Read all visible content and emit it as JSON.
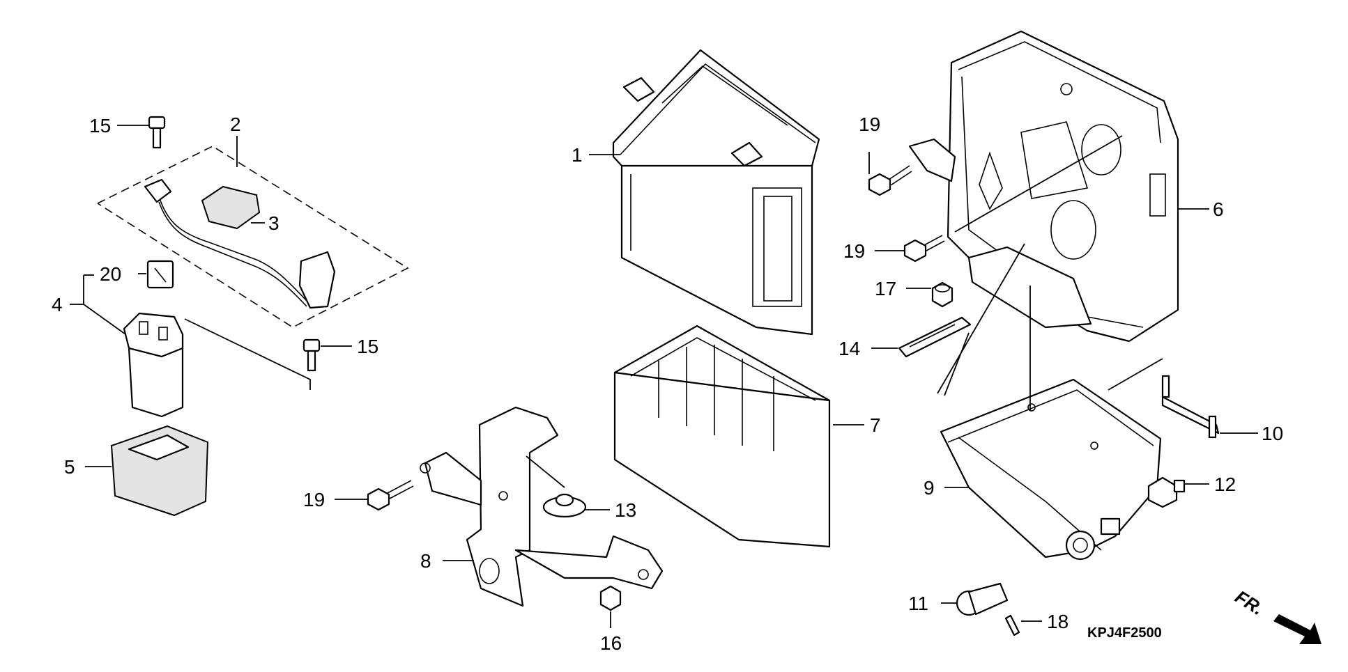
{
  "diagram_code": "KPJ4F2500",
  "direction_label": "FR.",
  "callouts": [
    {
      "id": "c1",
      "text": "1"
    },
    {
      "id": "c2",
      "text": "2"
    },
    {
      "id": "c3",
      "text": "3"
    },
    {
      "id": "c4",
      "text": "4"
    },
    {
      "id": "c5",
      "text": "5"
    },
    {
      "id": "c6",
      "text": "6"
    },
    {
      "id": "c7",
      "text": "7"
    },
    {
      "id": "c8",
      "text": "8"
    },
    {
      "id": "c9",
      "text": "9"
    },
    {
      "id": "c10",
      "text": "10"
    },
    {
      "id": "c11",
      "text": "11"
    },
    {
      "id": "c12",
      "text": "12"
    },
    {
      "id": "c13",
      "text": "13"
    },
    {
      "id": "c14",
      "text": "14"
    },
    {
      "id": "c15a",
      "text": "15"
    },
    {
      "id": "c15b",
      "text": "15"
    },
    {
      "id": "c16",
      "text": "16"
    },
    {
      "id": "c17",
      "text": "17"
    },
    {
      "id": "c18",
      "text": "18"
    },
    {
      "id": "c19a",
      "text": "19"
    },
    {
      "id": "c19b",
      "text": "19"
    },
    {
      "id": "c19c",
      "text": "19"
    },
    {
      "id": "c20",
      "text": "20"
    }
  ]
}
